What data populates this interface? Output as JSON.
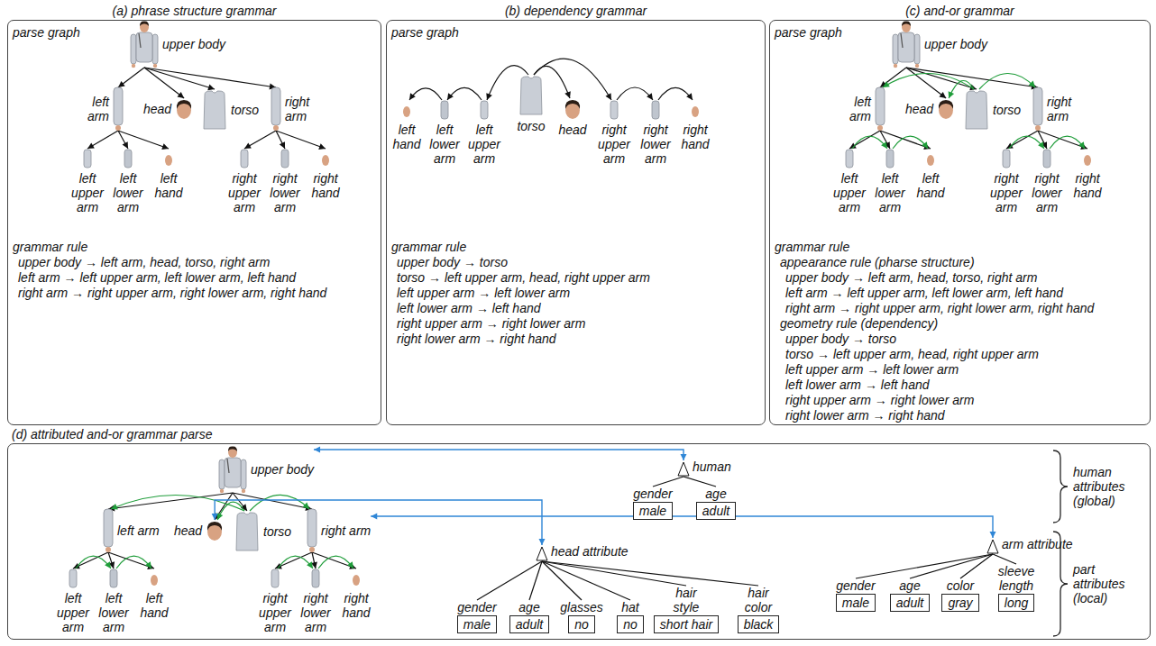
{
  "diagram": {
    "nodes": [
      {
        "text": [
          "(a) phrase structure grammar"
        ]
      },
      {
        "text": [
          "upper body"
        ],
        "in": 0
      },
      {
        "text": [
          "left arm"
        ],
        "in": 0
      },
      {
        "text": [
          "head"
        ],
        "in": 0
      },
      {
        "text": [
          "torso"
        ],
        "in": 0
      },
      {
        "text": [
          "right arm"
        ],
        "in": 0
      },
      {
        "text": [
          "left upper arm"
        ],
        "in": 0
      },
      {
        "text": [
          "left lower arm"
        ],
        "in": 0
      },
      {
        "text": [
          "left hand"
        ],
        "in": 0
      },
      {
        "text": [
          "right upper arm"
        ],
        "in": 0
      },
      {
        "text": [
          "right lower arm"
        ],
        "in": 0
      },
      {
        "text": [
          "right hand"
        ],
        "in": 0
      },
      {
        "text": [
          "(b) dependency grammar"
        ]
      },
      {
        "text": [
          "left hand"
        ],
        "in": 12
      },
      {
        "text": [
          "left lower arm"
        ],
        "in": 12
      },
      {
        "text": [
          "left upper arm"
        ],
        "in": 12
      },
      {
        "text": [
          "torso"
        ],
        "in": 12
      },
      {
        "text": [
          "head"
        ],
        "in": 12
      },
      {
        "text": [
          "right upper arm"
        ],
        "in": 12
      },
      {
        "text": [
          "right lower arm"
        ],
        "in": 12
      },
      {
        "text": [
          "right hand"
        ],
        "in": 12
      },
      {
        "text": [
          "(c) and-or grammar"
        ]
      },
      {
        "text": [
          "upper body"
        ],
        "in": 21
      },
      {
        "text": [
          "left arm"
        ],
        "in": 21
      },
      {
        "text": [
          "head"
        ],
        "in": 21
      },
      {
        "text": [
          "torso"
        ],
        "in": 21
      },
      {
        "text": [
          "right arm"
        ],
        "in": 21
      },
      {
        "text": [
          "left upper arm"
        ],
        "in": 21
      },
      {
        "text": [
          "left lower arm"
        ],
        "in": 21
      },
      {
        "text": [
          "left hand"
        ],
        "in": 21
      },
      {
        "text": [
          "right upper arm"
        ],
        "in": 21
      },
      {
        "text": [
          "right lower arm"
        ],
        "in": 21
      },
      {
        "text": [
          "right hand"
        ],
        "in": 21
      },
      {
        "text": [
          "(d) attributed and-or grammar parse"
        ]
      },
      {
        "text": [
          "upper body"
        ],
        "in": 33
      },
      {
        "text": [
          "left arm"
        ],
        "in": 33
      },
      {
        "text": [
          "head"
        ],
        "in": 33
      },
      {
        "text": [
          "torso"
        ],
        "in": 33
      },
      {
        "text": [
          "right arm"
        ],
        "in": 33
      },
      {
        "text": [
          "left upper arm"
        ],
        "in": 33
      },
      {
        "text": [
          "left lower arm"
        ],
        "in": 33
      },
      {
        "text": [
          "left hand"
        ],
        "in": 33
      },
      {
        "text": [
          "right upper arm"
        ],
        "in": 33
      },
      {
        "text": [
          "right lower arm"
        ],
        "in": 33
      },
      {
        "text": [
          "right hand"
        ],
        "in": 33
      },
      {
        "text": [
          "human"
        ],
        "in": 33
      },
      {
        "text": [
          "gender",
          "male"
        ],
        "in": 33
      },
      {
        "text": [
          "age",
          "adult"
        ],
        "in": 33
      },
      {
        "text": [
          "head attribute"
        ],
        "in": 33
      },
      {
        "text": [
          "gender",
          "male"
        ],
        "in": 33
      },
      {
        "text": [
          "age",
          "adult"
        ],
        "in": 33
      },
      {
        "text": [
          "glasses",
          "no"
        ],
        "in": 33
      },
      {
        "text": [
          "hat",
          "no"
        ],
        "in": 33
      },
      {
        "text": [
          "hair style",
          "short hair"
        ],
        "in": 33
      },
      {
        "text": [
          "hair color",
          "black"
        ],
        "in": 33
      },
      {
        "text": [
          "arm attribute"
        ],
        "in": 33
      },
      {
        "text": [
          "gender",
          "male"
        ],
        "in": 33
      },
      {
        "text": [
          "age",
          "adult"
        ],
        "in": 33
      },
      {
        "text": [
          "color",
          "gray"
        ],
        "in": 33
      },
      {
        "text": [
          "sleeve length",
          "long"
        ],
        "in": 33
      }
    ],
    "edges": [
      {
        "from": 1,
        "to": 2,
        "arrow": "to"
      },
      {
        "from": 1,
        "to": 3,
        "arrow": "to"
      },
      {
        "from": 1,
        "to": 4,
        "arrow": "to"
      },
      {
        "from": 1,
        "to": 5,
        "arrow": "to"
      },
      {
        "from": 2,
        "to": 6,
        "arrow": "to"
      },
      {
        "from": 2,
        "to": 7,
        "arrow": "to"
      },
      {
        "from": 2,
        "to": 8,
        "arrow": "to"
      },
      {
        "from": 5,
        "to": 9,
        "arrow": "to"
      },
      {
        "from": 5,
        "to": 10,
        "arrow": "to"
      },
      {
        "from": 5,
        "to": 11,
        "arrow": "to"
      },
      {
        "from": 16,
        "to": 15,
        "arrow": "to"
      },
      {
        "from": 16,
        "to": 17,
        "arrow": "to"
      },
      {
        "from": 16,
        "to": 18,
        "arrow": "to"
      },
      {
        "from": 15,
        "to": 14,
        "arrow": "to"
      },
      {
        "from": 14,
        "to": 13,
        "arrow": "to"
      },
      {
        "from": 18,
        "to": 19,
        "arrow": "to"
      },
      {
        "from": 19,
        "to": 20,
        "arrow": "to"
      },
      {
        "from": 22,
        "to": 23,
        "arrow": "to"
      },
      {
        "from": 22,
        "to": 24,
        "arrow": "to"
      },
      {
        "from": 22,
        "to": 25,
        "arrow": "to"
      },
      {
        "from": 22,
        "to": 26,
        "arrow": "to"
      },
      {
        "from": 23,
        "to": 27,
        "arrow": "to"
      },
      {
        "from": 23,
        "to": 28,
        "arrow": "to"
      },
      {
        "from": 23,
        "to": 29,
        "arrow": "to"
      },
      {
        "from": 26,
        "to": 30,
        "arrow": "to"
      },
      {
        "from": 26,
        "to": 31,
        "arrow": "to"
      },
      {
        "from": 26,
        "to": 32,
        "arrow": "to"
      },
      {
        "from": 25,
        "to": 23,
        "arrow": "to"
      },
      {
        "from": 25,
        "to": 24,
        "arrow": "to"
      },
      {
        "from": 25,
        "to": 26,
        "arrow": "to"
      },
      {
        "from": 27,
        "to": 28,
        "arrow": "to"
      },
      {
        "from": 28,
        "to": 29,
        "arrow": "to"
      },
      {
        "from": 30,
        "to": 31,
        "arrow": "to"
      },
      {
        "from": 31,
        "to": 32,
        "arrow": "to"
      },
      {
        "from": 34,
        "to": 35,
        "arrow": "to"
      },
      {
        "from": 34,
        "to": 36,
        "arrow": "to"
      },
      {
        "from": 34,
        "to": 37,
        "arrow": "to"
      },
      {
        "from": 34,
        "to": 38,
        "arrow": "to"
      },
      {
        "from": 35,
        "to": 39,
        "arrow": "to"
      },
      {
        "from": 35,
        "to": 40,
        "arrow": "to"
      },
      {
        "from": 35,
        "to": 41,
        "arrow": "to"
      },
      {
        "from": 38,
        "to": 42,
        "arrow": "to"
      },
      {
        "from": 38,
        "to": 43,
        "arrow": "to"
      },
      {
        "from": 38,
        "to": 44,
        "arrow": "to"
      },
      {
        "from": 37,
        "to": 35,
        "arrow": "to"
      },
      {
        "from": 37,
        "to": 36,
        "arrow": "to"
      },
      {
        "from": 37,
        "to": 38,
        "arrow": "to"
      },
      {
        "from": 39,
        "to": 40,
        "arrow": "to"
      },
      {
        "from": 40,
        "to": 41,
        "arrow": "to"
      },
      {
        "from": 42,
        "to": 43,
        "arrow": "to"
      },
      {
        "from": 43,
        "to": 44,
        "arrow": "to"
      },
      {
        "from": 34,
        "to": 45,
        "arrow": "both"
      },
      {
        "from": 36,
        "to": 48,
        "arrow": "both"
      },
      {
        "from": 38,
        "to": 55,
        "arrow": "both"
      },
      {
        "from": 45,
        "to": 46,
        "arrow": "none"
      },
      {
        "from": 45,
        "to": 47,
        "arrow": "none"
      },
      {
        "from": 48,
        "to": 49,
        "arrow": "none"
      },
      {
        "from": 48,
        "to": 50,
        "arrow": "none"
      },
      {
        "from": 48,
        "to": 51,
        "arrow": "none"
      },
      {
        "from": 48,
        "to": 52,
        "arrow": "none"
      },
      {
        "from": 48,
        "to": 53,
        "arrow": "none"
      },
      {
        "from": 48,
        "to": 54,
        "arrow": "none"
      },
      {
        "from": 55,
        "to": 56,
        "arrow": "none"
      },
      {
        "from": 55,
        "to": 57,
        "arrow": "none"
      },
      {
        "from": 55,
        "to": 58,
        "arrow": "none"
      },
      {
        "from": 55,
        "to": 59,
        "arrow": "none"
      }
    ],
    "labels": [
      "parse graph",
      "grammar rule",
      "upper body → left arm, head, torso, right arm",
      "left arm → left upper arm, left lower arm, left hand",
      "right arm → right upper arm, right lower arm, right hand",
      "parse graph",
      "grammar rule",
      "upper body → torso",
      "torso → left upper arm, head, right upper arm",
      "left upper arm → left lower arm",
      "left lower arm → left hand",
      "right upper arm → right lower arm",
      "right lower arm → right hand",
      "parse graph",
      "grammar rule",
      "appearance rule (pharse structure)",
      "upper body → left arm, head, torso, right arm",
      "left arm → left upper arm, left lower arm, left hand",
      "right arm → right upper arm, right lower arm, right hand",
      "geometry rule (dependency)",
      "upper body → torso",
      "torso → left upper arm, head, right upper arm",
      "left upper arm → left lower arm",
      "left lower arm → left hand",
      "right upper arm → right lower arm",
      "right lower arm → right hand",
      "human attributes (global)",
      "part attributes (local)"
    ]
  }
}
